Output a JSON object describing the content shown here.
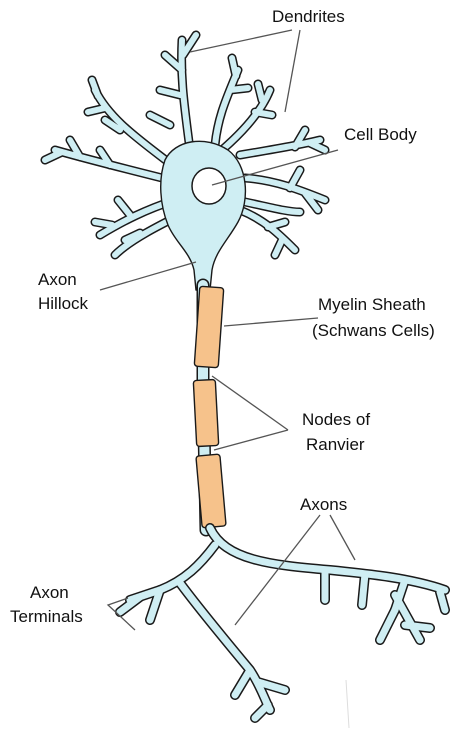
{
  "colors": {
    "cell": "#cfeef3",
    "outline": "#1a1a1a",
    "myelin": "#f6c28b",
    "background": "#ffffff"
  },
  "labels": {
    "dendrites": "Dendrites",
    "cell_body": "Cell Body",
    "axon_hillock_1": "Axon",
    "axon_hillock_2": "Hillock",
    "myelin_sheath_1": "Myelin Sheath",
    "myelin_sheath_2": "(Schwans Cells)",
    "nodes_1": "Nodes of",
    "nodes_2": "Ranvier",
    "axons": "Axons",
    "axon_terminals_1": "Axon",
    "axon_terminals_2": "Terminals"
  }
}
